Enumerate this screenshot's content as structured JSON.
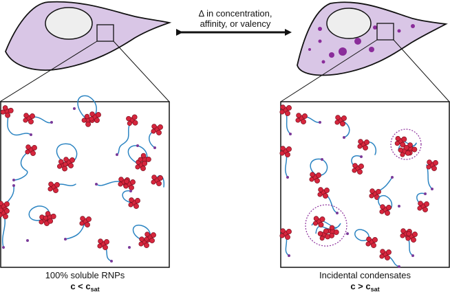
{
  "center": {
    "line1_symbol": "Δ",
    "line1_text": " in concentration,",
    "line2_text": "affinity, or valency"
  },
  "left_panel": {
    "caption": "100% soluble RNPs",
    "relation_main": "c < c",
    "relation_sub": "sat"
  },
  "right_panel": {
    "caption": "Incidental condensates",
    "relation_main": "c > c",
    "relation_sub": "sat"
  },
  "colors": {
    "cell_fill": "#d9c6e6",
    "nucleus_fill": "#eeeeee",
    "condensate": "#8a2c9a",
    "rna_strand": "#2b84c2",
    "protein": "#d7263d",
    "protein_edge": "#7a0f1f",
    "end_dot": "#7a3b9a"
  }
}
